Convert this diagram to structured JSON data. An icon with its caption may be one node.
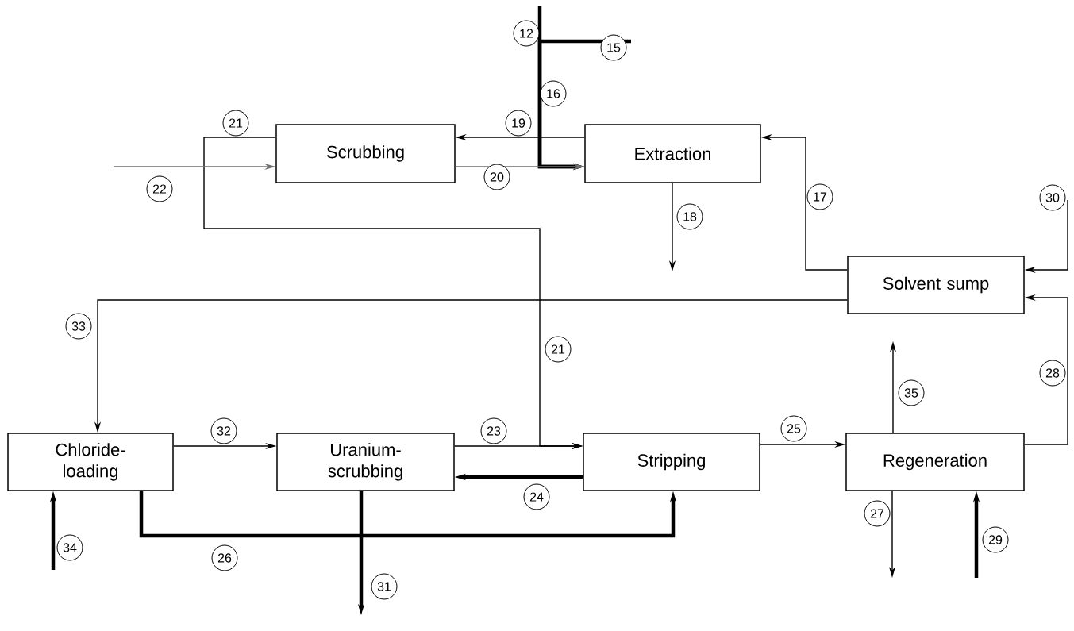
{
  "diagram": {
    "nodes": [
      {
        "text": [
          "Scrubbing"
        ]
      },
      {
        "text": [
          "Extraction"
        ]
      },
      {
        "text": [
          "Solvent sump"
        ]
      },
      {
        "text": [
          "Chloride-loading"
        ]
      },
      {
        "text": [
          "Uranium-scrubbing"
        ]
      },
      {
        "text": [
          "Stripping"
        ]
      },
      {
        "text": [
          "Regeneration"
        ]
      }
    ],
    "edges": [
      {
        "from": null,
        "to": 1,
        "arrow": "to",
        "label": "12",
        "style": "thick"
      },
      {
        "from": null,
        "to": 1,
        "arrow": "to",
        "label": "15",
        "style": "thick"
      },
      {
        "from": 1,
        "to": 0,
        "arrow": "to",
        "label": "19"
      },
      {
        "from": 0,
        "to": 1,
        "arrow": "to",
        "label": "20",
        "color": "#707070"
      },
      {
        "from": 0,
        "to": 5,
        "arrow": "to",
        "label": "21"
      },
      {
        "from": null,
        "to": 0,
        "arrow": "to",
        "label": "22",
        "color": "#707070"
      },
      {
        "from": 2,
        "to": 1,
        "arrow": "to",
        "label": "17"
      },
      {
        "from": 1,
        "to": null,
        "arrow": "to",
        "label": "18"
      },
      {
        "from": null,
        "to": 2,
        "arrow": "to",
        "label": "30"
      },
      {
        "from": 6,
        "to": 2,
        "arrow": "to",
        "label": "28"
      },
      {
        "from": 2,
        "to": 3,
        "arrow": "to",
        "label": "33"
      },
      {
        "from": 3,
        "to": 4,
        "arrow": "to",
        "label": "32"
      },
      {
        "from": 4,
        "to": 5,
        "arrow": "to",
        "label": "23"
      },
      {
        "from": 5,
        "to": 4,
        "arrow": "to",
        "label": "24",
        "style": "thick"
      },
      {
        "from": 5,
        "to": 6,
        "arrow": "to",
        "label": "25"
      },
      {
        "from": 3,
        "to": 5,
        "arrow": "to",
        "label": "26",
        "style": "thick"
      },
      {
        "from": 4,
        "to": null,
        "arrow": "to",
        "label": "31",
        "style": "thick"
      },
      {
        "from": null,
        "to": 3,
        "arrow": "to",
        "label": "34",
        "style": "thick"
      },
      {
        "from": 6,
        "to": null,
        "arrow": "to",
        "label": "35"
      },
      {
        "from": 6,
        "to": null,
        "arrow": "to",
        "label": "27"
      },
      {
        "from": null,
        "to": 6,
        "arrow": "to",
        "label": "29",
        "style": "thick"
      }
    ],
    "labels": [
      "16",
      "21"
    ]
  }
}
